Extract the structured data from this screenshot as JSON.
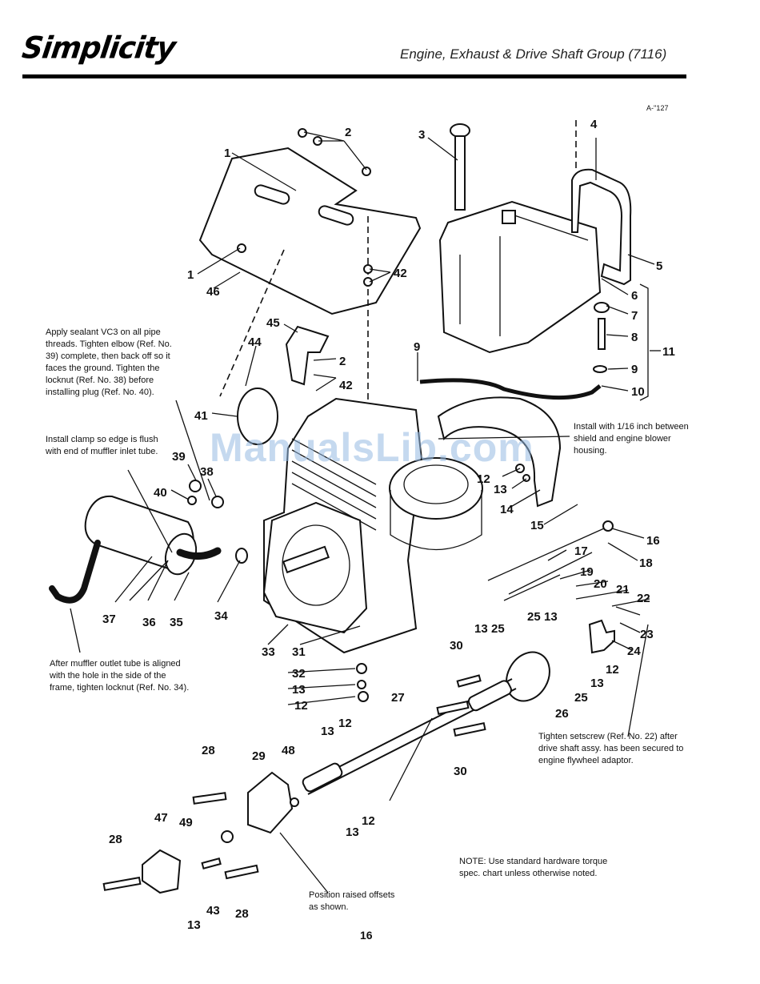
{
  "header": {
    "brand": "Simplicity",
    "title": "Engine, Exhaust & Drive Shaft Group (7116)",
    "drawing_ref": "A-''127"
  },
  "notes": {
    "sealant": "Apply sealant VC3 on all pipe threads. Tighten elbow (Ref. No. 39) complete, then back off so it faces the ground. Tighten the locknut (Ref. No. 38) before installing plug (Ref. No. 40).",
    "clamp": "Install clamp so edge is flush with end of muffler inlet tube.",
    "shield": "Install with 1/16 inch between shield and engine blower housing.",
    "muffler": "After muffler outlet tube is aligned with the hole in the side of the frame, tighten locknut (Ref. No. 34).",
    "setscrew": "Tighten setscrew (Ref. No. 22) after drive shaft assy. has been secured to engine flywheel adaptor.",
    "offsets": "Position raised offsets as shown.",
    "torque": "NOTE: Use standard hardware torque spec. chart unless otherwise noted."
  },
  "watermark": "ManualsLib.com",
  "page_number": "16",
  "callouts": [
    {
      "id": "c1a",
      "label": "1"
    },
    {
      "id": "c1b",
      "label": "1"
    },
    {
      "id": "c2a",
      "label": "2"
    },
    {
      "id": "c2b",
      "label": "2"
    },
    {
      "id": "c3",
      "label": "3"
    },
    {
      "id": "c4",
      "label": "4"
    },
    {
      "id": "c5",
      "label": "5"
    },
    {
      "id": "c6",
      "label": "6"
    },
    {
      "id": "c7",
      "label": "7"
    },
    {
      "id": "c8",
      "label": "8"
    },
    {
      "id": "c9a",
      "label": "9"
    },
    {
      "id": "c9b",
      "label": "9"
    },
    {
      "id": "c10",
      "label": "10"
    },
    {
      "id": "c11",
      "label": "11"
    },
    {
      "id": "c12a",
      "label": "12"
    },
    {
      "id": "c13a",
      "label": "13"
    },
    {
      "id": "c14",
      "label": "14"
    },
    {
      "id": "c15",
      "label": "15"
    },
    {
      "id": "c16",
      "label": "16"
    },
    {
      "id": "c17",
      "label": "17"
    },
    {
      "id": "c18",
      "label": "18"
    },
    {
      "id": "c19",
      "label": "19"
    },
    {
      "id": "c20",
      "label": "20"
    },
    {
      "id": "c21",
      "label": "21"
    },
    {
      "id": "c22",
      "label": "22"
    },
    {
      "id": "c23",
      "label": "23"
    },
    {
      "id": "c24",
      "label": "24"
    },
    {
      "id": "c25a",
      "label": "25"
    },
    {
      "id": "c13b",
      "label": "13"
    },
    {
      "id": "c25b",
      "label": "25"
    },
    {
      "id": "c13c",
      "label": "13"
    },
    {
      "id": "c12b",
      "label": "12"
    },
    {
      "id": "c13d",
      "label": "13"
    },
    {
      "id": "c25c",
      "label": "25"
    },
    {
      "id": "c26",
      "label": "26"
    },
    {
      "id": "c27",
      "label": "27"
    },
    {
      "id": "c28a",
      "label": "28"
    },
    {
      "id": "c28b",
      "label": "28"
    },
    {
      "id": "c28c",
      "label": "28"
    },
    {
      "id": "c29",
      "label": "29"
    },
    {
      "id": "c30a",
      "label": "30"
    },
    {
      "id": "c30b",
      "label": "30"
    },
    {
      "id": "c31",
      "label": "31"
    },
    {
      "id": "c32",
      "label": "32"
    },
    {
      "id": "c13e",
      "label": "13"
    },
    {
      "id": "c12c",
      "label": "12"
    },
    {
      "id": "c33",
      "label": "33"
    },
    {
      "id": "c34",
      "label": "34"
    },
    {
      "id": "c35",
      "label": "35"
    },
    {
      "id": "c36",
      "label": "36"
    },
    {
      "id": "c37",
      "label": "37"
    },
    {
      "id": "c38",
      "label": "38"
    },
    {
      "id": "c39",
      "label": "39"
    },
    {
      "id": "c40",
      "label": "40"
    },
    {
      "id": "c41",
      "label": "41"
    },
    {
      "id": "c42a",
      "label": "42"
    },
    {
      "id": "c42b",
      "label": "42"
    },
    {
      "id": "c44",
      "label": "44"
    },
    {
      "id": "c45",
      "label": "45"
    },
    {
      "id": "c46",
      "label": "46"
    },
    {
      "id": "c47",
      "label": "47"
    },
    {
      "id": "c48",
      "label": "48"
    },
    {
      "id": "c49",
      "label": "49"
    },
    {
      "id": "c43",
      "label": "43"
    },
    {
      "id": "c13f",
      "label": "13"
    },
    {
      "id": "c13g",
      "label": "13"
    },
    {
      "id": "c12d",
      "label": "12"
    },
    {
      "id": "c13h",
      "label": "13"
    },
    {
      "id": "c12e",
      "label": "12"
    },
    {
      "id": "c13i",
      "label": "13"
    }
  ]
}
